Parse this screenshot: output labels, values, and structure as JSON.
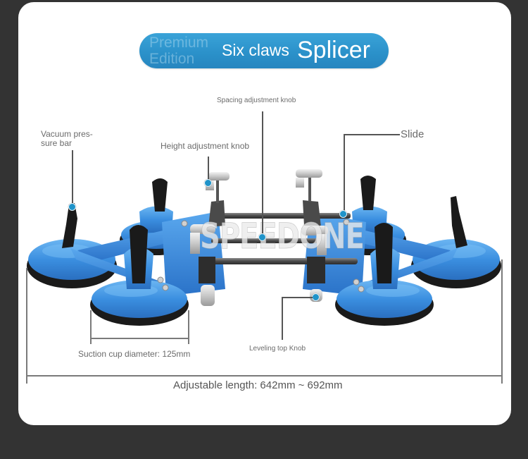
{
  "banner": {
    "faded_line1": "Premium",
    "faded_line2": "Edition",
    "title_small": "Six claws",
    "title_big": "Splicer",
    "color": "#2a90c9"
  },
  "callouts": {
    "vacuum_line1": "Vacuum pres-",
    "vacuum_line2": "sure bar",
    "height_knob": "Height adjustment knob",
    "spacing_knob": "Spacing adjustment knob",
    "slide": "Slide",
    "suction_cup": "Suction cup diameter: 125mm",
    "leveling_knob": "Leveling top Knob"
  },
  "dimension": {
    "adjustable_length": "Adjustable length: 642mm ~ 692mm"
  },
  "product": {
    "watermark": "SPEEDONE",
    "primary_color": "#3b8fe0",
    "handle_color": "#1a1a1a",
    "marker_color": "#1f93c9"
  }
}
